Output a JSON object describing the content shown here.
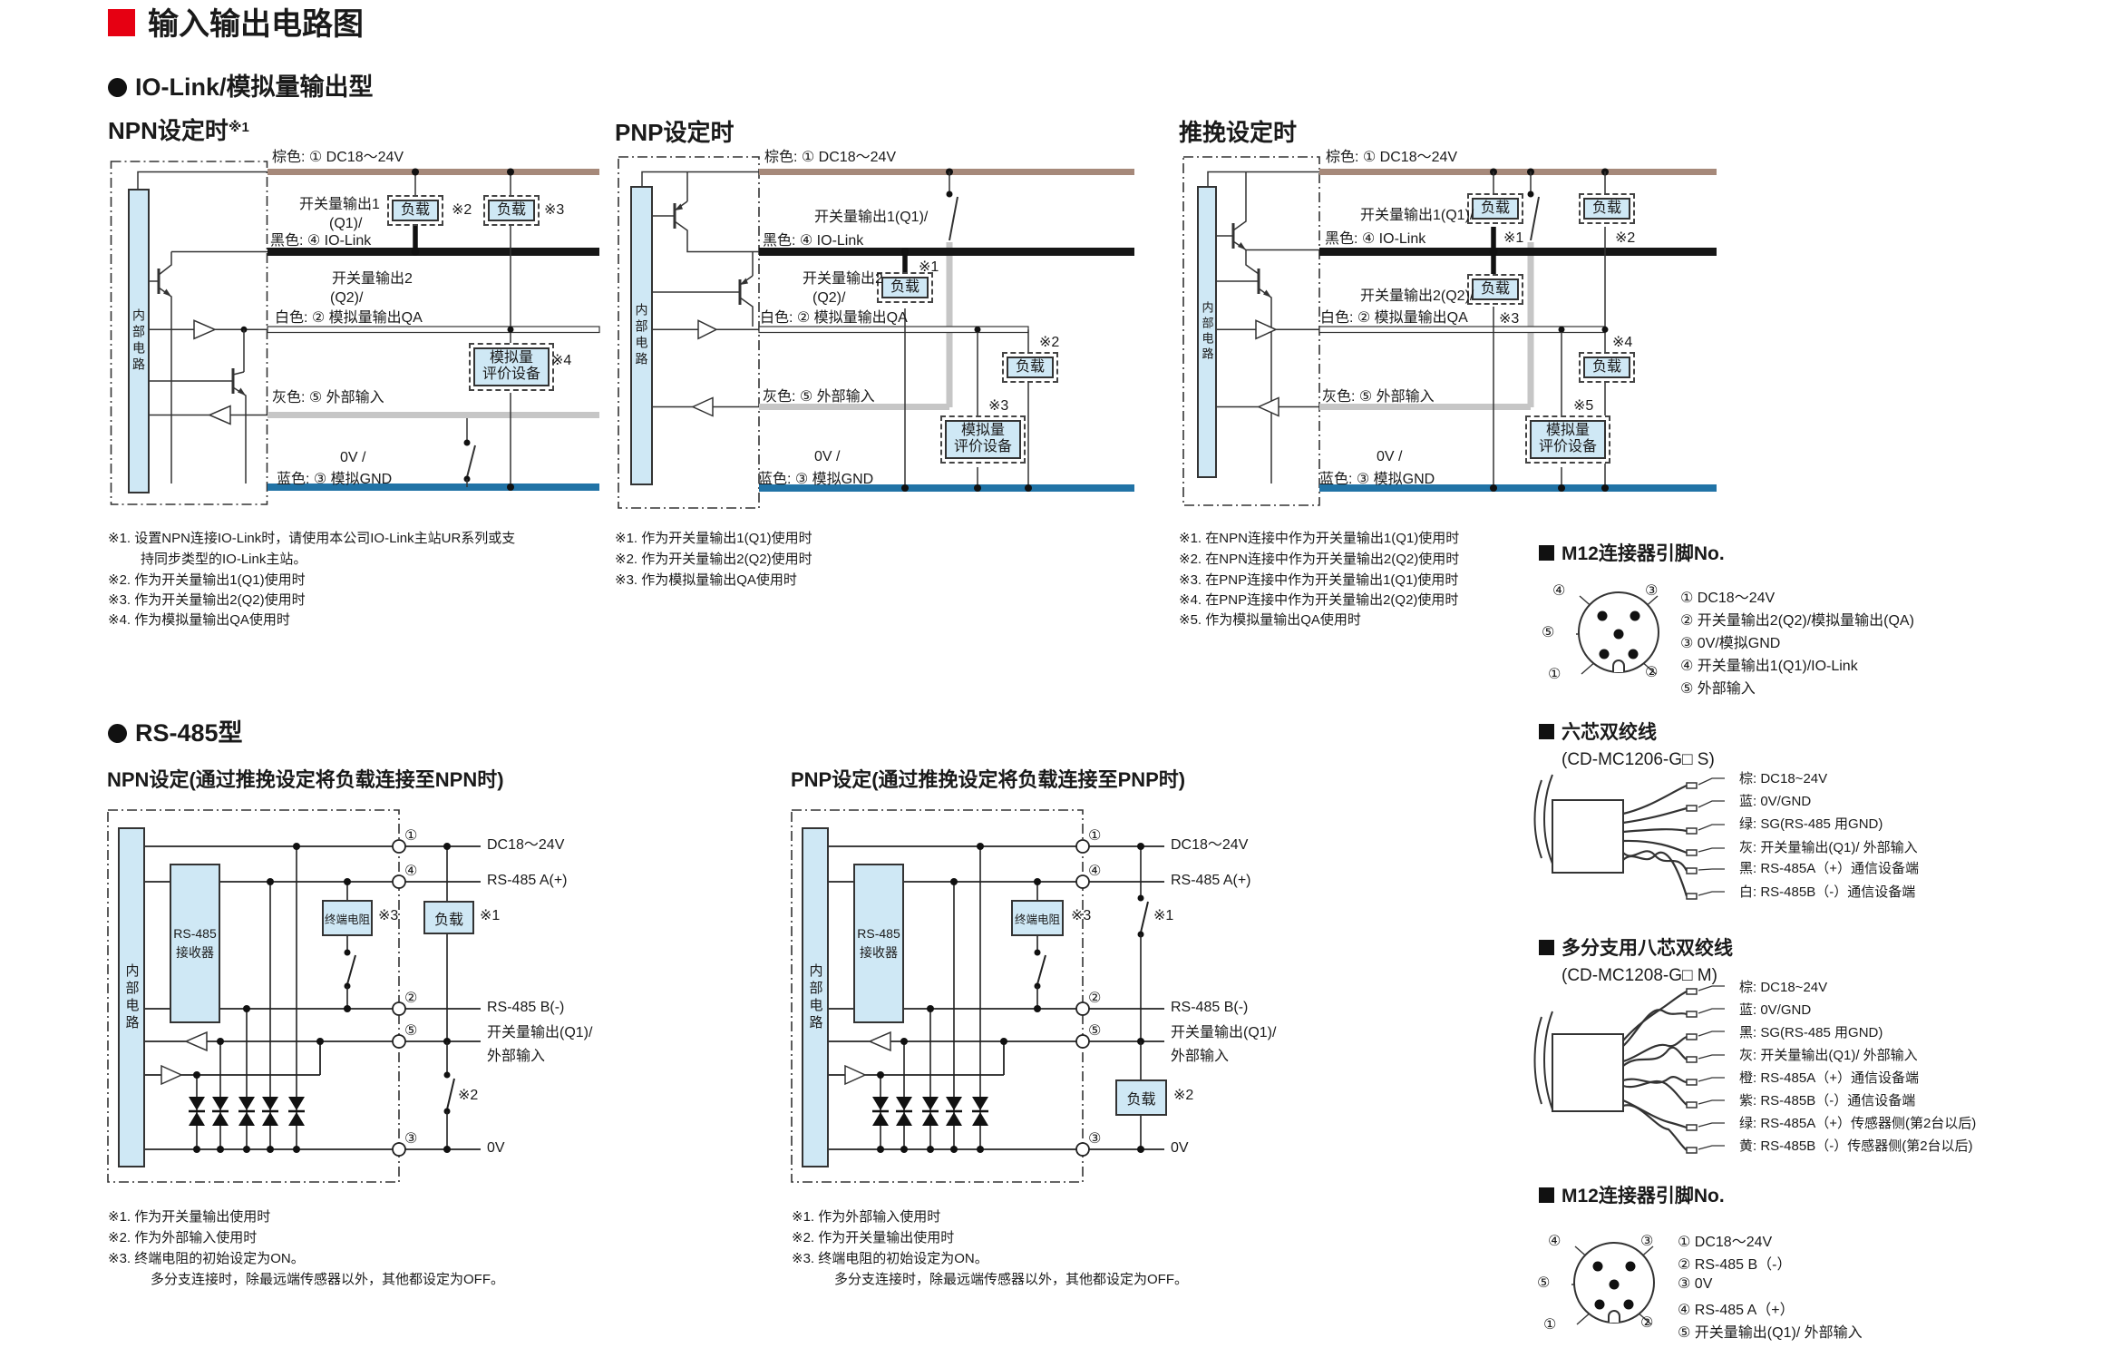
{
  "header": {
    "title": "输入输出电路图"
  },
  "sections": {
    "io": "IO-Link/模拟量输出型",
    "rs": "RS-485型"
  },
  "common": {
    "internal": "内部电路",
    "load": "负载",
    "eval1": "模拟量",
    "eval2": "评价设备",
    "recv1": "RS-485",
    "recv2": "接收器",
    "term": "终端电阻"
  },
  "digits": {
    "1": "①",
    "2": "②",
    "3": "③",
    "4": "④",
    "5": "⑤"
  },
  "io_wires": {
    "brown": "棕色: ① DC18～24V",
    "out1": "开关量输出1",
    "out1q": "(Q1)/",
    "out1_inline": "开关量输出1(Q1)/",
    "black": "黑色: ④ IO-Link",
    "out2": "开关量输出2",
    "out2q": "(Q2)/",
    "out2_inline": "开关量输出2(Q2)/",
    "white": "白色: ② 模拟量输出QA",
    "gray": "灰色: ⑤ 外部输入",
    "zerov": "0V /",
    "blue": "蓝色: ③ 模拟GND"
  },
  "npn": {
    "title": "NPN设定时",
    "sup": "※1",
    "r_load1": "※2",
    "r_load2": "※3",
    "r_eval": "※4",
    "notes": [
      "※1. 设置NPN连接IO-Link时，请使用本公司IO-Link主站UR系列或支",
      "持同步类型的IO-Link主站。",
      "※2. 作为开关量输出1(Q1)使用时",
      "※3. 作为开关量输出2(Q2)使用时",
      "※4. 作为模拟量输出QA使用时"
    ]
  },
  "pnp": {
    "title": "PNP设定时",
    "r_load1": "※1",
    "r_load2": "※2",
    "r_eval": "※3",
    "notes": [
      "※1. 作为开关量输出1(Q1)使用时",
      "※2. 作为开关量输出2(Q2)使用时",
      "※3. 作为模拟量输出QA使用时"
    ]
  },
  "pp": {
    "title": "推挽设定时",
    "r1": "※1",
    "r2": "※2",
    "r3": "※3",
    "r4": "※4",
    "r5": "※5",
    "notes": [
      "※1. 在NPN连接中作为开关量输出1(Q1)使用时",
      "※2. 在NPN连接中作为开关量输出2(Q2)使用时",
      "※3. 在PNP连接中作为开关量输出1(Q1)使用时",
      "※4. 在PNP连接中作为开关量输出2(Q2)使用时",
      "※5. 作为模拟量输出QA使用时"
    ]
  },
  "m12io": {
    "title": "M12连接器引脚No.",
    "pins": [
      "① DC18～24V",
      "② 开关量输出2(Q2)/模拟量输出(QA)",
      "③ 0V/模拟GND",
      "④ 开关量输出1(Q1)/IO-Link",
      "⑤ 外部输入"
    ]
  },
  "rs_labels": {
    "dc": "DC18～24V",
    "a": "RS-485 A(+)",
    "b": "RS-485 B(-)",
    "q1": "开关量输出(Q1)/",
    "ext": "外部输入",
    "zv": "0V"
  },
  "rsn": {
    "title": "NPN设定(通过推挽设定将负载连接至NPN时)",
    "r_load": "※1",
    "r_sw": "※2",
    "r_term": "※3",
    "notes": [
      "※1. 作为开关量输出使用时",
      "※2. 作为外部输入使用时",
      "※3. 终端电阻的初始设定为ON。",
      "多分支连接时，除最远端传感器以外，其他都设定为OFF。"
    ]
  },
  "rsp": {
    "title": "PNP设定(通过推挽设定将负载连接至PNP时)",
    "r_sw": "※1",
    "r_load": "※2",
    "r_term": "※3",
    "notes": [
      "※1. 作为外部输入使用时",
      "※2. 作为开关量输出使用时",
      "※3. 终端电阻的初始设定为ON。",
      "多分支连接时，除最远端传感器以外，其他都设定为OFF。"
    ]
  },
  "cable6": {
    "title": "六芯双绞线",
    "model": "(CD-MC1206-G□ S)",
    "wires": [
      "棕: DC18~24V",
      "蓝: 0V/GND",
      "绿: SG(RS-485 用GND)",
      "灰: 开关量输出(Q1)/ 外部输入",
      "黑: RS-485A（+）通信设备端",
      "白: RS-485B（-）通信设备端"
    ]
  },
  "cable8": {
    "title": "多分支用八芯双绞线",
    "model": "(CD-MC1208-G□ M)",
    "wires": [
      "棕: DC18~24V",
      "蓝: 0V/GND",
      "黑: SG(RS-485 用GND)",
      "灰: 开关量输出(Q1)/ 外部输入",
      "橙: RS-485A（+）通信设备端",
      "紫: RS-485B（-）通信设备端",
      "绿: RS-485A（+）传感器侧(第2台以后)",
      "黄: RS-485B（-）传感器侧(第2台以后)"
    ]
  },
  "m12rs": {
    "title": "M12连接器引脚No.",
    "pins": [
      "① DC18～24V",
      "② RS-485 B（-）",
      "③ 0V",
      "④ RS-485 A（+）",
      "⑤ 开关量输出(Q1)/ 外部输入"
    ]
  },
  "colors": {
    "accent_red": "#e60012",
    "brown_wire": "#a6897a",
    "black_wire": "#161616",
    "gray_wire": "#c6c6c6",
    "blue_wire": "#2173a6",
    "box_fill": "#cfe8f5"
  }
}
